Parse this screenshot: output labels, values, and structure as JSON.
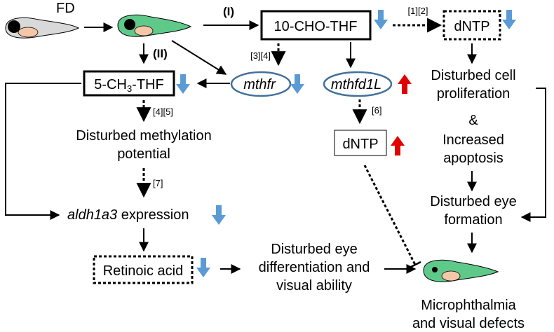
{
  "labels": {
    "fd": "FD",
    "pathway_1": "(I)",
    "pathway_2": "(II)",
    "cho_thf": "10-CHO-THF",
    "dntp_top": "dNTP",
    "ch3_thf_prefix": "5-CH",
    "ch3_thf_sub": "3",
    "ch3_thf_suffix": "-THF",
    "mthfr": "mthfr",
    "mthfd1l": "mthfd1L",
    "dntp_mid": "dNTP",
    "disturbed_cell_1": "Disturbed cell",
    "disturbed_cell_2": "proliferation",
    "ampersand": "&",
    "increased_1": "Increased",
    "increased_2": "apoptosis",
    "disturbed_eye_formation_1": "Disturbed eye",
    "disturbed_eye_formation_2": "formation",
    "methylation_1": "Disturbed methylation",
    "methylation_2": "potential",
    "aldh_gene": "aldh1a3",
    "aldh_rest": " expression",
    "retinoic_acid": "Retinoic acid",
    "eye_diff_1": "Disturbed eye",
    "eye_diff_2": "differentiation and",
    "eye_diff_3": "visual ability",
    "outcome_1": "Microphthalmia",
    "outcome_2": "and visual defects"
  },
  "refs": {
    "r12": "[1][2]",
    "r34": "[3][4]",
    "r45": "[4][5]",
    "r6": "[6]",
    "r7": "[7]"
  },
  "colors": {
    "down_arrow": "#5b9bd5",
    "up_arrow": "#e00000",
    "ellipse_stroke": "#41719c",
    "fish_normal": "#d9d9d9",
    "fish_fd": "#5fc98a"
  }
}
